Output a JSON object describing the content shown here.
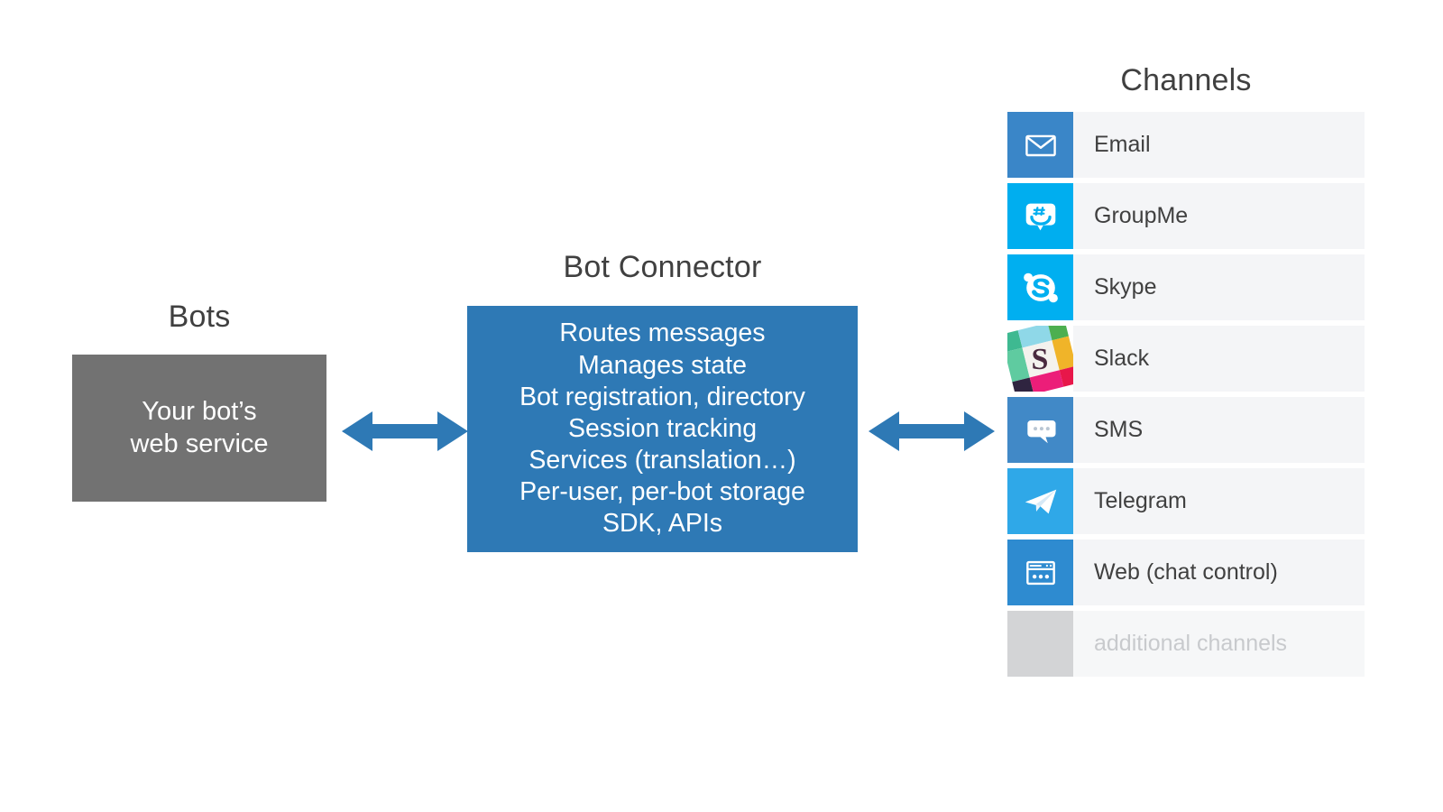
{
  "bots": {
    "title": "Bots",
    "box_text": "Your bot’s\nweb service",
    "box_color": "#727272"
  },
  "connector": {
    "title": "Bot Connector",
    "box_color": "#2E79B5",
    "box_text": "Routes messages\nManages state\nBot registration, directory\nSession tracking\nServices (translation…)\nPer-user, per-bot storage\nSDK, APIs",
    "lines": [
      "Routes messages",
      "Manages state",
      "Bot registration, directory",
      "Session tracking",
      "Services (translation…)",
      "Per-user, per-bot storage",
      "SDK, APIs"
    ]
  },
  "arrows": {
    "color": "#2E79B5",
    "left_name": "bots-to-connector-arrow",
    "right_name": "connector-to-channels-arrow",
    "style": "double-headed"
  },
  "channels": {
    "title": "Channels",
    "items": [
      {
        "label": "Email",
        "icon": "envelope-icon",
        "tile_color": "#3A86C8",
        "muted": false
      },
      {
        "label": "GroupMe",
        "icon": "groupme-icon",
        "tile_color": "#00AEEF",
        "muted": false
      },
      {
        "label": "Skype",
        "icon": "skype-icon",
        "tile_color": "#00AFF0",
        "muted": false
      },
      {
        "label": "Slack",
        "icon": "slack-icon",
        "tile_color": "#FFFFFF",
        "muted": false
      },
      {
        "label": "SMS",
        "icon": "speech-bubble-icon",
        "tile_color": "#4189C7",
        "muted": false
      },
      {
        "label": "Telegram",
        "icon": "paper-plane-icon",
        "tile_color": "#2FA8E8",
        "muted": false
      },
      {
        "label": "Web (chat control)",
        "icon": "browser-window-icon",
        "tile_color": "#2E8BD0",
        "muted": false
      },
      {
        "label": "additional channels",
        "icon": "blank-tile-icon",
        "tile_color": "#D3D4D6",
        "muted": true
      }
    ]
  }
}
